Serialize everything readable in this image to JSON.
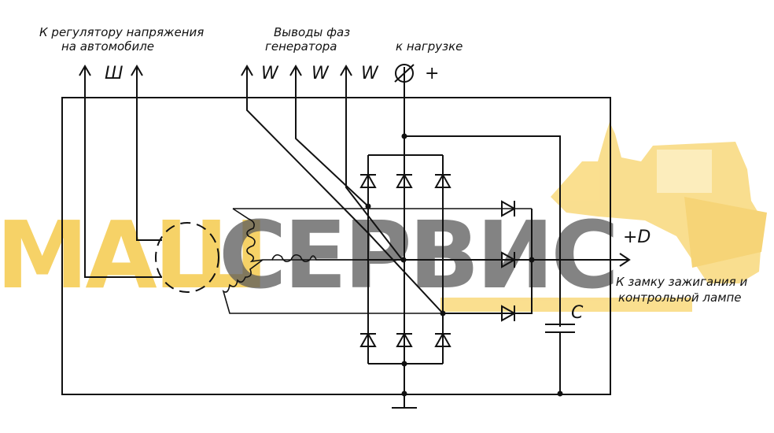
{
  "labels": {
    "regulator_line1": "К регулятору напряжения",
    "regulator_line2": "на автомобиле",
    "phases_line1": "Выводы фаз",
    "phases_line2": "генератора",
    "load": "к нагрузке",
    "ignition_line1": "К замку зажигания и",
    "ignition_line2": "контрольной лампе"
  },
  "symbols": {
    "field": "Ш",
    "phase": "W",
    "plus": "+",
    "d_plus": "+D",
    "capacitor": "C"
  },
  "watermark": {
    "part1": "МАШ",
    "part2": "СЕРВИС",
    "color1": "#f5c842",
    "color2": "#555555"
  }
}
